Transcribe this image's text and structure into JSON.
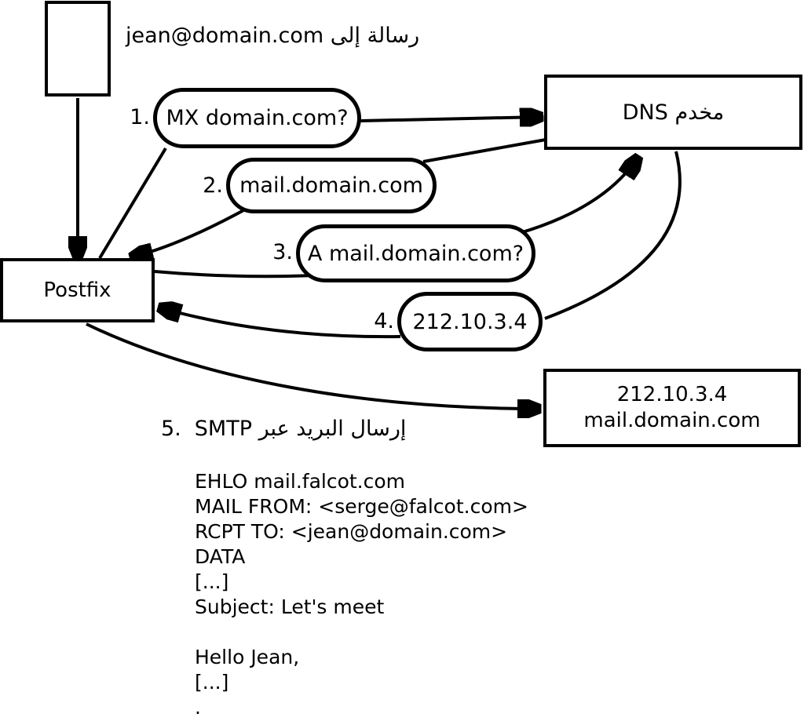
{
  "diagram": {
    "message_note": "رسالة إلى jean@domain.com",
    "nodes": {
      "postfix": "Postfix",
      "dns": "مخدم DNS",
      "destination_ip": "212.10.3.4",
      "destination_host": "mail.domain.com"
    },
    "steps": [
      {
        "num": "1.",
        "label": "MX domain.com?"
      },
      {
        "num": "2.",
        "label": "mail.domain.com"
      },
      {
        "num": "3.",
        "label": "A mail.domain.com?"
      },
      {
        "num": "4.",
        "label": "212.10.3.4"
      },
      {
        "num": "5.",
        "label": "إرسال البريد عبر SMTP"
      }
    ],
    "smtp_session_lines": [
      "EHLO mail.falcot.com",
      "MAIL FROM: <serge@falcot.com>",
      "RCPT TO: <jean@domain.com>",
      "DATA",
      "[...]",
      "Subject: Let's meet",
      "",
      "Hello Jean,",
      "[...]",
      "."
    ],
    "colors": {
      "stroke": "#000000",
      "background": "#ffffff"
    }
  }
}
